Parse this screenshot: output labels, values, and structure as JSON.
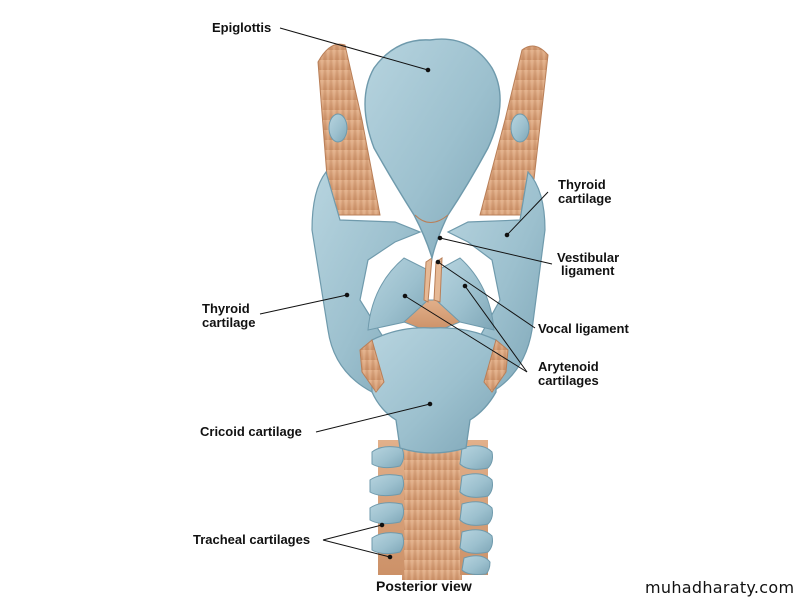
{
  "labels": {
    "epiglottis": "Epiglottis",
    "thyroid_right_l1": "Thyroid",
    "thyroid_right_l2": "cartilage",
    "vestibular_l1": "Vestibular",
    "vestibular_l2": "ligament",
    "thyroid_left_l1": "Thyroid",
    "thyroid_left_l2": "cartilage",
    "vocal_ligament": "Vocal ligament",
    "arytenoid_l1": "Arytenoid",
    "arytenoid_l2": "cartilages",
    "cricoid": "Cricoid cartilage",
    "tracheal": "Tracheal cartilages"
  },
  "caption": "Posterior view",
  "watermark": "muhadharaty.com",
  "colors": {
    "cartilage": "#9dc1cf",
    "cartilage_dark": "#6f9aac",
    "ligament": "#d9a27b",
    "ligament_dark": "#b97f58",
    "leader": "#111111"
  }
}
